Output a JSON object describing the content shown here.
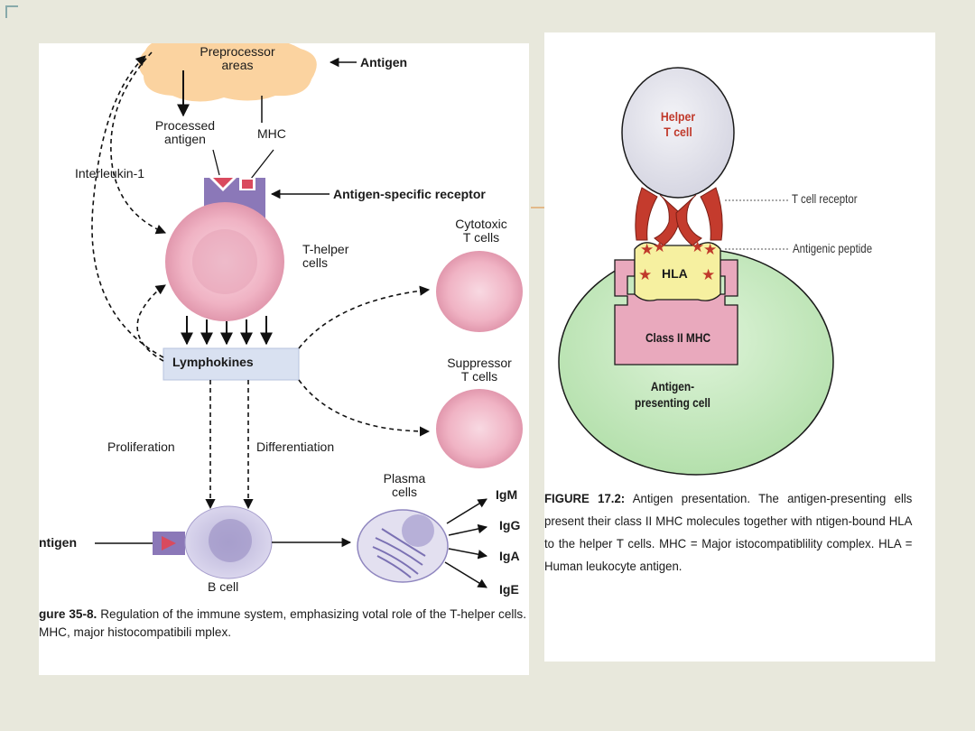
{
  "left_figure": {
    "preprocessor": "Preprocessor\nareas",
    "antigen_top": "Antigen",
    "processed_antigen": "Processed\nantigen",
    "mhc": "MHC",
    "interleukin": "Interleukin-1",
    "antigen_receptor": "Antigen-specific receptor",
    "t_helper": "T-helper\ncells",
    "cytotoxic": "Cytotoxic\nT cells",
    "lymphokines": "Lymphokines",
    "suppressor": "Suppressor\nT cells",
    "proliferation": "Proliferation",
    "differentiation": "Differentiation",
    "plasma_cells": "Plasma\ncells",
    "antigen_bottom": "ntigen",
    "b_cell": "B cell",
    "igs": [
      "IgM",
      "IgG",
      "IgA",
      "IgE"
    ],
    "caption_bold": "gure 35-8.",
    "caption_text": " Regulation of the immune system, emphasizing votal role of the T-helper cells. MHC, major histocompatibili mplex."
  },
  "right_figure": {
    "helper": "Helper\nT cell",
    "t_cell_receptor": "T cell receptor",
    "antigenic_peptide": "Antigenic peptide",
    "hla": "HLA",
    "class_ii": "Class II MHC",
    "apc": "Antigen-\npresenting cell",
    "caption_bold": "FIGURE 17.2:",
    "caption_text": " Antigen presentation. The antigen-presenting ells present their class II MHC molecules together with ntigen-bound HLA to the helper T cells.  MHC = Major istocompatiblility complex. HLA = Human leukocyte antigen."
  },
  "colors": {
    "background": "#e8e8dc",
    "cloud": "#fbd3a0",
    "cell_pink": "#f1b8c8",
    "b_cell": "#c9c3e2",
    "lymphokine_box": "#d9e1f1",
    "apc_green": "#c9ecc4",
    "helper_grey": "#e6e6ee",
    "receptor_red": "#c0392b",
    "hla_yellow": "#f6f0a0"
  }
}
